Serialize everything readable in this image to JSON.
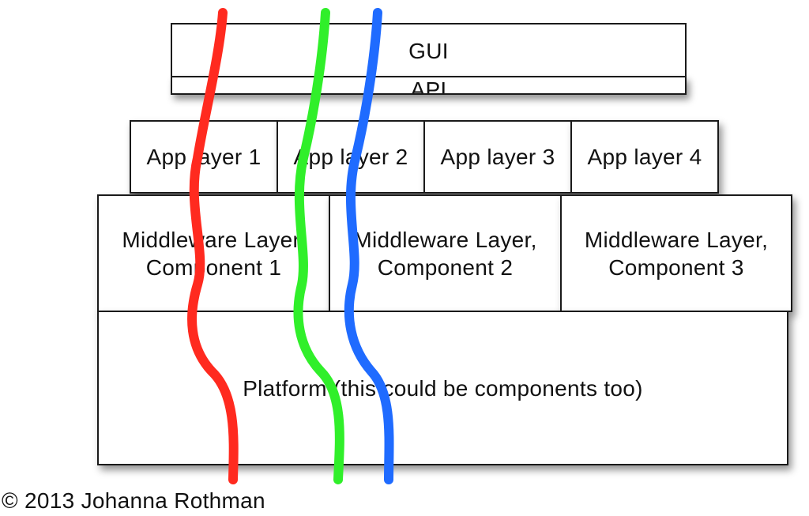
{
  "gui": {
    "label": "GUI"
  },
  "api": {
    "label": "API"
  },
  "app_layers": [
    {
      "label": "App layer 1"
    },
    {
      "label": "App layer 2"
    },
    {
      "label": "App layer 3"
    },
    {
      "label": "App layer 4"
    }
  ],
  "middleware": [
    {
      "label": "Middleware Layer,\nComponent 1"
    },
    {
      "label": "Middleware Layer,\nComponent 2"
    },
    {
      "label": "Middleware Layer,\nComponent 3"
    }
  ],
  "platform": {
    "label": "Platform (this could be components too)"
  },
  "copyright": "© 2013 Johanna Rothman",
  "threads": {
    "red": "#ff2a1f",
    "green": "#30ef2a",
    "blue": "#1f6bff"
  }
}
